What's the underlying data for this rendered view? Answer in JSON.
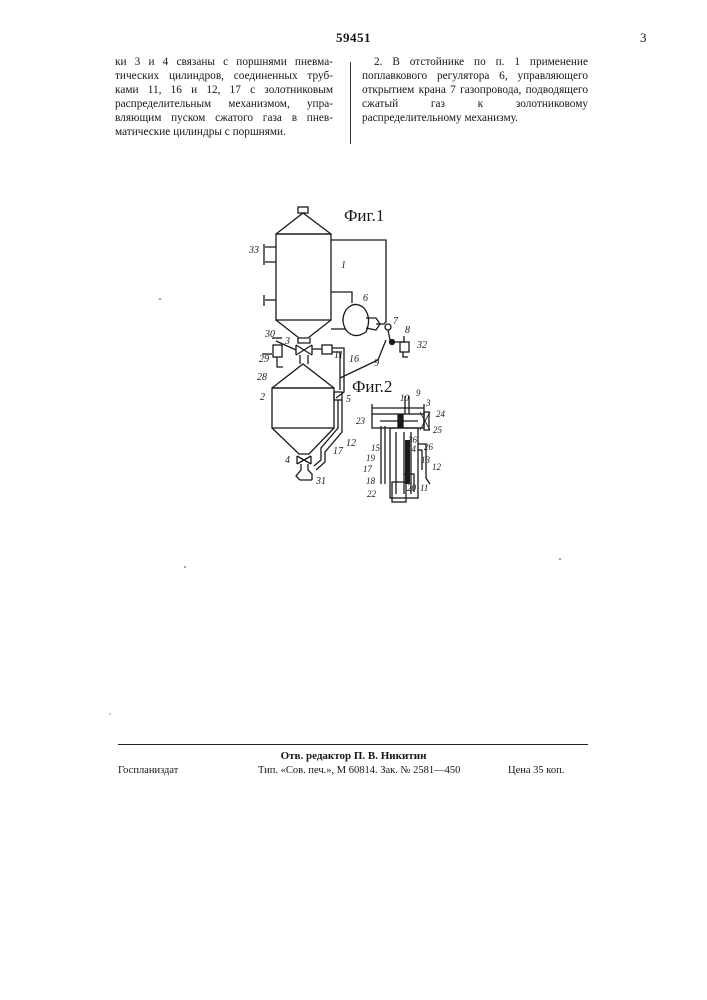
{
  "header": {
    "patent_number": "59451",
    "page_number": "3"
  },
  "left_column": {
    "lines": [
      "ки 3 и 4 связаны с поршнями пневма-",
      "тических цилиндров, соединенных труб-",
      "ками 11, 16 и 12, 17  с золотниковым",
      "распределительным  механизмом, упра-",
      "вляющим пуском сжатого газа в пнев-",
      "матические цилиндры с поршнями."
    ]
  },
  "right_column": {
    "text": "2. В отстойнике по п. 1 применение поплавкового регулятора 6, управляющего открытием крана 7 газопровода, подводящего сжатый газ к золотниковому распределительному механизму."
  },
  "figures": {
    "fig1_caption": "Фиг.1",
    "fig2_caption": "Фиг.2",
    "fig1_labels": {
      "l33": "33",
      "l1": "1",
      "l6": "6",
      "l7": "7",
      "l8": "8",
      "l32": "32",
      "l30": "30",
      "l29": "29",
      "l28": "28",
      "l3": "3",
      "l11": "11",
      "l16": "16",
      "l9": "9",
      "l2": "2",
      "l5": "5",
      "l12": "12",
      "l17": "17",
      "l4": "4",
      "l31": "31"
    },
    "fig2_labels": {
      "l9": "9",
      "l10": "10",
      "l3": "3",
      "l24": "24",
      "l25": "25",
      "l23": "23",
      "l36": "36",
      "l26": "26",
      "l15": "15",
      "l14": "14",
      "l19": "19",
      "l13": "13",
      "l17": "17",
      "l12": "12",
      "l18": "18",
      "l11": "11",
      "l20": "20",
      "l22": "22"
    }
  },
  "footer": {
    "editor": "Отв. редактор П. В. Никитин",
    "publisher": "Госпланиздат",
    "printer": "Тип. «Сов. печ.», М 60814. Зак. №  2581—450",
    "price": "Цена 35 коп."
  }
}
